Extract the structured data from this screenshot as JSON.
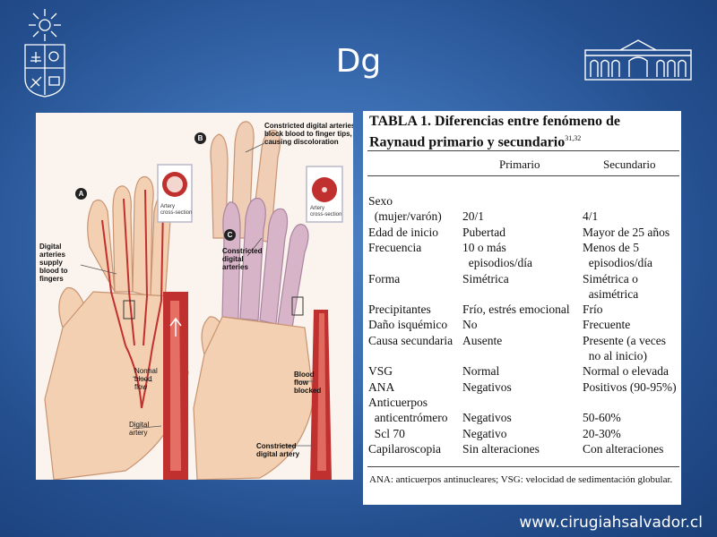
{
  "slide": {
    "title": "Dg",
    "footer_url": "www.cirugiahsalvador.cl"
  },
  "colors": {
    "background": "#3a6db1",
    "artery": "#c0302f",
    "skin": "#f2c9a8"
  },
  "illustration": {
    "badges": [
      "A",
      "B",
      "C"
    ],
    "labels": {
      "digital_arteries": "Digital\narteries\nsupply\nblood to\nfingers",
      "constricted_top": "Constricted digital arteries\nblock blood to finger tips,\ncausing discoloration",
      "constricted_mid": "Constricted\ndigital\narteries",
      "normal_flow": "Normal\nblood\nflow",
      "digital_artery": "Digital\nartery",
      "blood_blocked": "Blood\nflow\nblocked",
      "constricted_bottom": "Constricted\ndigital artery",
      "cross_section_1": "Artery\ncross-section",
      "cross_section_2": "Artery\ncross-section"
    }
  },
  "table": {
    "title": "TABLA 1. Diferencias entre fenómeno de Raynaud primario y secundario",
    "title_refs": "31,32",
    "columns": [
      "Primario",
      "Secundario"
    ],
    "rows": [
      [
        "Sexo",
        "",
        ""
      ],
      [
        "  (mujer/varón)",
        "20/1",
        "4/1"
      ],
      [
        "Edad de inicio",
        "Pubertad",
        "Mayor de 25 años"
      ],
      [
        "Frecuencia",
        "10 o más",
        "Menos de 5"
      ],
      [
        "",
        "  episodios/día",
        "  episodios/día"
      ],
      [
        "Forma",
        "Simétrica",
        "Simétrica o"
      ],
      [
        "",
        "",
        "  asimétrica"
      ],
      [
        "Precipitantes",
        "Frío, estrés emocional",
        "Frío"
      ],
      [
        "Daño isquémico",
        "No",
        "Frecuente"
      ],
      [
        "Causa secundaria",
        "Ausente",
        "Presente (a veces"
      ],
      [
        "",
        "",
        "  no al inicio)"
      ],
      [
        "VSG",
        "Normal",
        "Normal o elevada"
      ],
      [
        "ANA",
        "Negativos",
        "Positivos (90-95%)"
      ],
      [
        "Anticuerpos",
        "",
        ""
      ],
      [
        "  anticentrómero",
        "Negativos",
        "50-60%"
      ],
      [
        "  Scl 70",
        "Negativo",
        "20-30%"
      ],
      [
        "Capilaroscopia",
        "Sin alteraciones",
        "Con alteraciones"
      ]
    ],
    "footnote": "ANA: anticuerpos antinucleares; VSG: velocidad de sedimentación globular."
  }
}
